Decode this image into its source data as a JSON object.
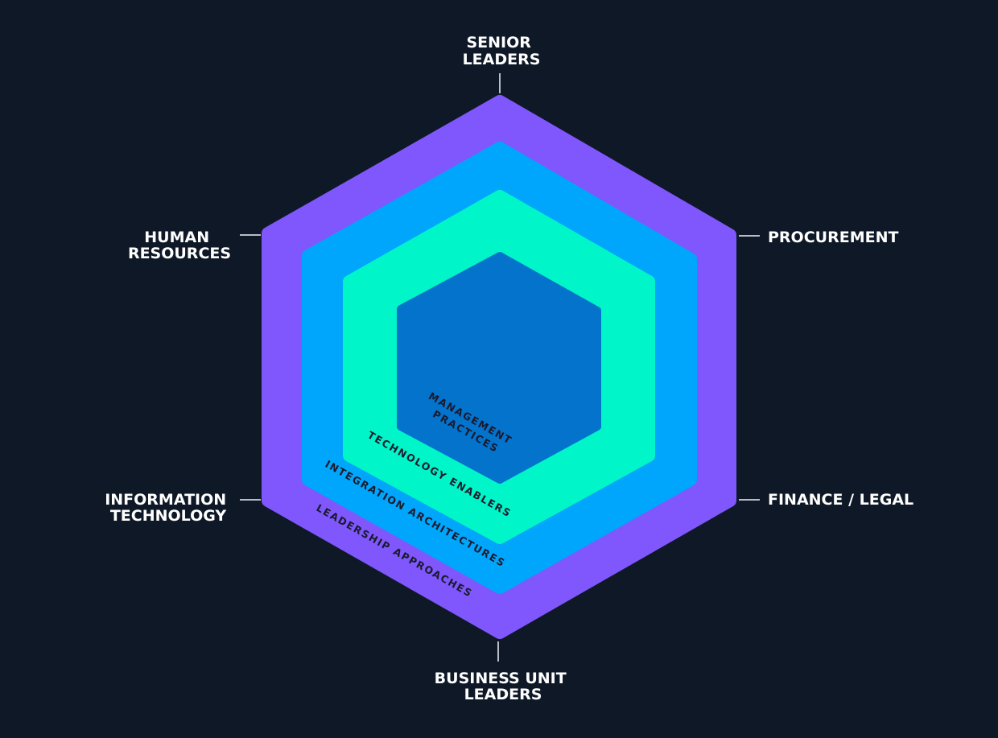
{
  "stakeholders": {
    "senior_leaders": [
      "SENIOR",
      "LEADERS"
    ],
    "procurement": [
      "PROCUREMENT"
    ],
    "finance_legal": [
      "FINANCE / LEGAL"
    ],
    "business_unit_leaders": [
      "BUSINESS UNIT",
      "LEADERS"
    ],
    "information_technology": [
      "INFORMATION",
      "TECHNOLOGY"
    ],
    "human_resources": [
      "HUMAN",
      "RESOURCES"
    ]
  },
  "layers": {
    "outer": "LEADERSHIP APPROACHES",
    "second": "INTEGRATION ARCHITECTURES",
    "third": "TECHNOLOGY ENABLERS",
    "core": [
      "MANAGEMENT",
      "PRACTICES"
    ]
  },
  "colors": {
    "background": "#0e1826",
    "outer": "#7f57fc",
    "second": "#00a6fb",
    "third": "#00f5c8",
    "core": "#0473cc",
    "text_light": "#ffffff",
    "text_dark": "#1a1a2e"
  }
}
